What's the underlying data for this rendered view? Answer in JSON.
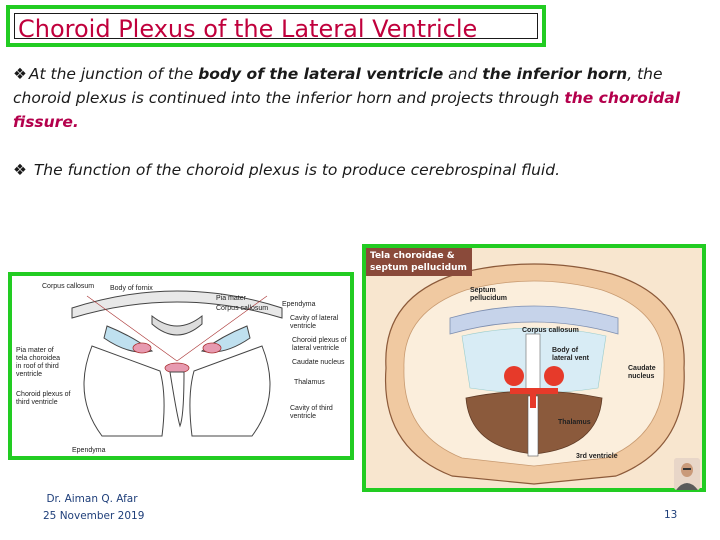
{
  "title": "Choroid Plexus of the Lateral Ventricle",
  "para1": {
    "t1": "At the junction of the ",
    "t2": "body of the lateral ventricle",
    "t3": " and ",
    "t4": "the inferior horn",
    "t5": ", the choroid plexus is continued into the inferior horn and projects through ",
    "t6": "the choroidal fissure",
    "t7": "."
  },
  "para2": "The function of the choroid plexus is to produce cerebrospinal fluid.",
  "left_figure": {
    "labels": {
      "corpus_callosum_top": "Corpus callosum",
      "body_of_fornix": "Body of fornix",
      "pia_mater": "Pia mater",
      "corpus_callosum": "Corpus callosum",
      "ependyma_right": "Ependyma",
      "cavity_lateral_1": "Cavity of lateral",
      "cavity_lateral_2": "ventricle",
      "choroid_lateral_1": "Choroid plexus of",
      "choroid_lateral_2": "lateral ventricle",
      "caudate": "Caudate nucleus",
      "thalamus": "Thalamus",
      "pia_tela_1": "Pia mater of",
      "pia_tela_2": "tela choroidea",
      "pia_tela_3": "in roof of third",
      "pia_tela_4": "ventricle",
      "choroid_third_1": "Choroid plexus of",
      "choroid_third_2": "third ventricle",
      "cavity_third_1": "Cavity of third",
      "cavity_third_2": "ventricle",
      "ependyma_bottom": "Ependyma"
    }
  },
  "right_figure": {
    "tag_line1": "Tela choroidae &",
    "tag_line2": "septum pellucidum",
    "labels": {
      "septum_1": "Septum",
      "septum_2": "pellucidum",
      "corpus_callosum": "Corpus callosum",
      "body_lat_1": "Body of",
      "body_lat_2": "lateral vent",
      "caudate_1": "Caudate",
      "caudate_2": "nucleus",
      "thalamus": "Thalamus",
      "third_vent": "3rd ventricle"
    }
  },
  "footer": {
    "author": "Dr. Aiman Q. Afar",
    "date": "25  November 2019",
    "page": "13"
  }
}
